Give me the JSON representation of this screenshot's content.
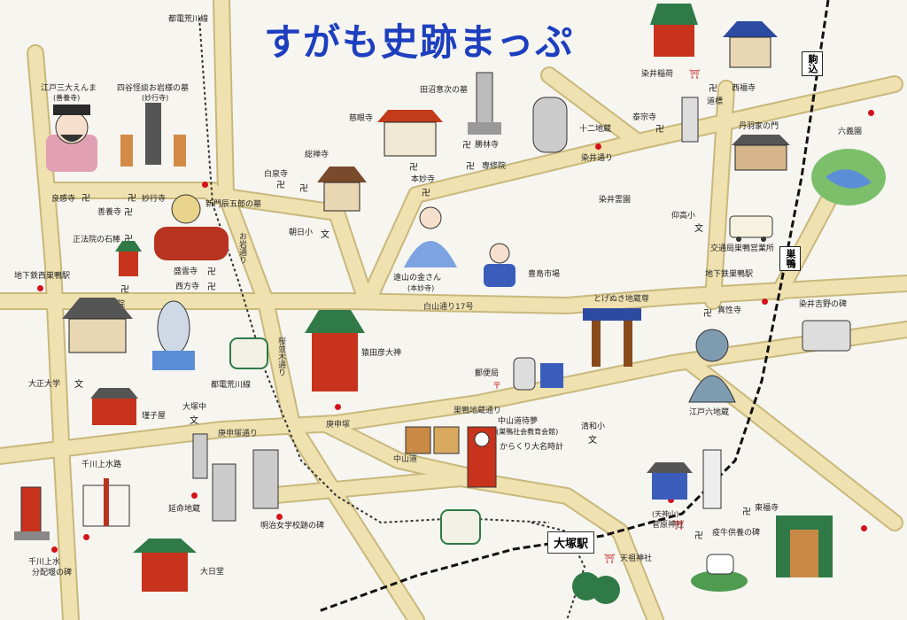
{
  "title": "すがも史跡まっぷ",
  "roads": {
    "hakusan": "白山通り17号",
    "koshin": "庚申塚通り",
    "togenuki": "とげぬき地蔵尊",
    "koshinzuka": "庚申塚",
    "jizo_dori": "巣鴨地蔵通り",
    "nakasendo": "中山道",
    "orion": "お岩通り",
    "sakuranamiki": "桜並木通り"
  },
  "lines": {
    "toden_top": "都電荒川線",
    "toden_mid": "都電荒川線"
  },
  "signs": {
    "komagome": "駒込",
    "sugamo": "巣鴨",
    "otsuka": "大塚駅"
  },
  "places": {
    "enma": "江戸三大えんま",
    "enma_sub": "(善養寺)",
    "yotsuya": "四谷怪談お岩様の墓",
    "yotsuya_sub": "(妙行寺)",
    "tanuma": "田沼意次の墓",
    "jigen": "慈眼寺",
    "sohsen": "総禅寺",
    "hakusen": "白泉寺",
    "shorin": "勝林寺",
    "senin": "専修院",
    "honmyo": "本妙寺",
    "juni": "十二地蔵",
    "taisou": "泰宗寺",
    "somei_inari": "染井稲荷",
    "saifuku": "西福寺",
    "dohyo": "道標",
    "niwaka": "丹羽家の門",
    "rikugien": "六義園",
    "somei_dori": "染井通り",
    "somei_reien": "染井霊園",
    "gyoko": "仰高小",
    "kotsu": "交通局巣鴨営業所",
    "jimetro_sugamo": "地下鉄巣鴨駅",
    "ryoken": "良感寺",
    "myogyo": "妙行寺",
    "zenyo": "善養寺",
    "shinmon": "新門辰五郎の墓",
    "asahi": "朝日小",
    "shoho": "正法院の石棒",
    "seiun": "盛雲寺",
    "saiho": "西方寺",
    "jimetro_nishi": "地下鉄西巣鴨駅",
    "shohoin": "正法院",
    "toyama": "遠山の金さん",
    "toyama_sub": "(本妙寺)",
    "toshima": "豊島市場",
    "sarutahiko": "猿田彦大神",
    "shinsei": "真性寺",
    "somei_yoshino": "染井吉野の碑",
    "taisho": "大正大学",
    "toden_label": "都電荒川線",
    "yubin": "郵便局",
    "edo_roku": "江戸六地蔵",
    "otsuka_chu": "大塚中",
    "tamagoya": "瑾子屋",
    "nakasendo_label": "中山道待夢",
    "nakasendo_sub": "(巣鴨社会教育会館)",
    "karakuri": "からくり大名時計",
    "seiwa": "清和小",
    "senkawa_suiro": "千川上水路",
    "enmei": "延命地蔵",
    "meiji": "明治女学校跡の碑",
    "senkawa_bunpai": "千川上水",
    "senkawa_bunpai2": "分配堰の碑",
    "dainichi": "大日堂",
    "tenjinyama": "(天神山)",
    "sugawara": "菅原神社",
    "tokufuku": "東福寺",
    "ekigyu": "疫牛供養の碑",
    "tenso": "天祖神社"
  },
  "icons": [
    "temple-symbol",
    "school-symbol",
    "shrine-symbol",
    "post-office-symbol",
    "map-dot"
  ],
  "colors": {
    "title": "#1d3fbf",
    "road": "#efe1b0",
    "road_edge": "#c9b87c",
    "dot": "#d3121b",
    "bg": "#f6f5f0"
  }
}
